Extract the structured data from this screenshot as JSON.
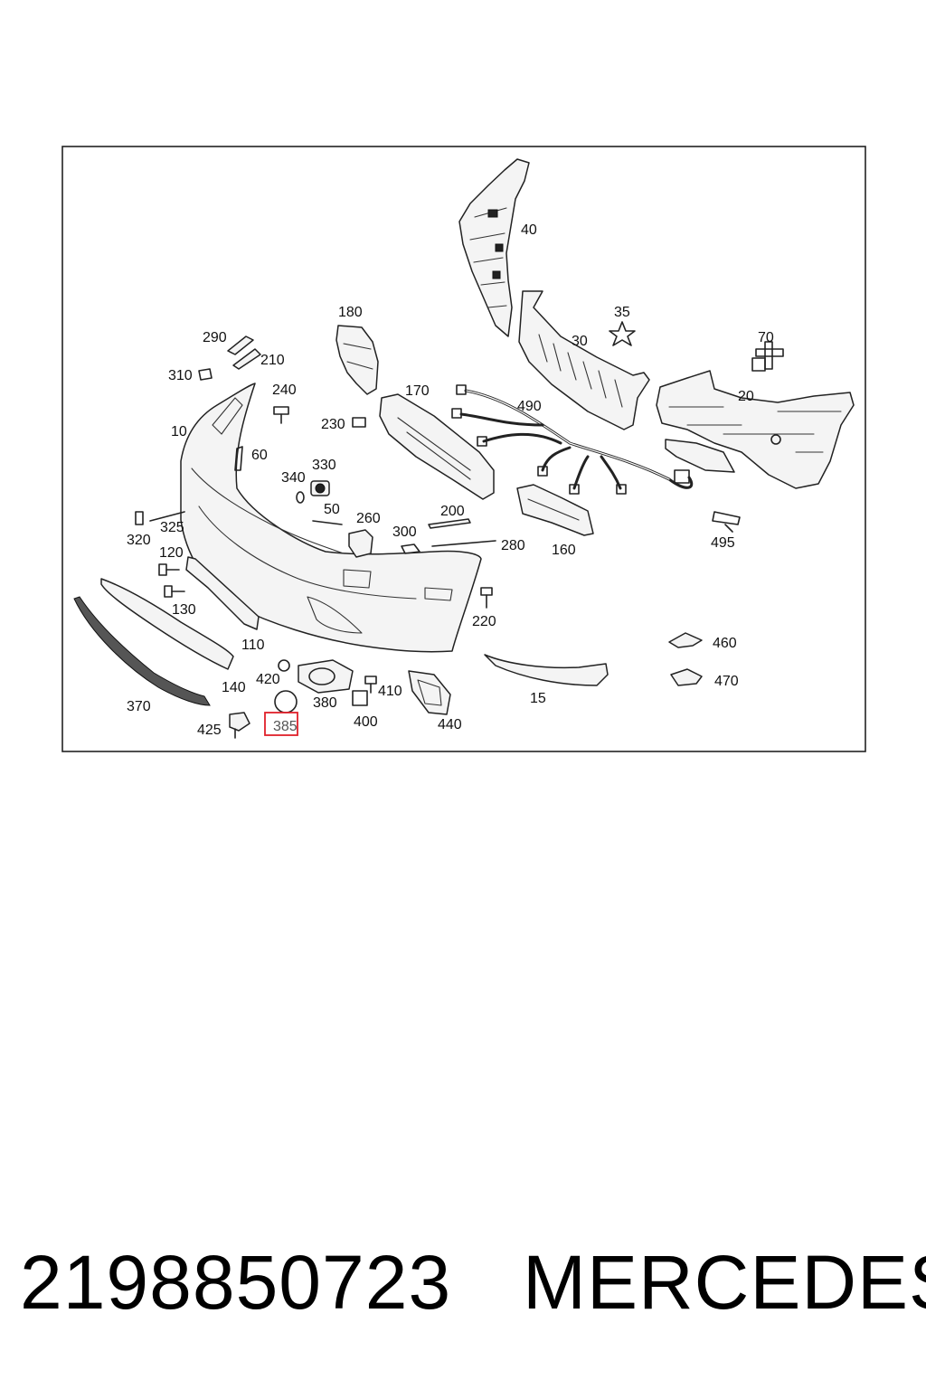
{
  "diagram": {
    "callouts": {
      "c40": "40",
      "c35": "35",
      "c30": "30",
      "c70": "70",
      "c20": "20",
      "c180": "180",
      "c290": "290",
      "c210": "210",
      "c310": "310",
      "c240": "240",
      "c170": "170",
      "c490": "490",
      "c230": "230",
      "c10": "10",
      "c60": "60",
      "c330": "330",
      "c340": "340",
      "c50": "50",
      "c260": "260",
      "c200": "200",
      "c300": "300",
      "c280": "280",
      "c160": "160",
      "c495": "495",
      "c325": "325",
      "c320": "320",
      "c120": "120",
      "c130": "130",
      "c220": "220",
      "c110": "110",
      "c460": "460",
      "c470": "470",
      "c140": "140",
      "c420": "420",
      "c380": "380",
      "c410": "410",
      "c15": "15",
      "c370": "370",
      "c400": "400",
      "c440": "440",
      "c425": "425",
      "c385": "385"
    },
    "highlight_color": "#e0202a"
  },
  "footer": {
    "part_number": "2198850723",
    "brand": "MERCEDES"
  }
}
